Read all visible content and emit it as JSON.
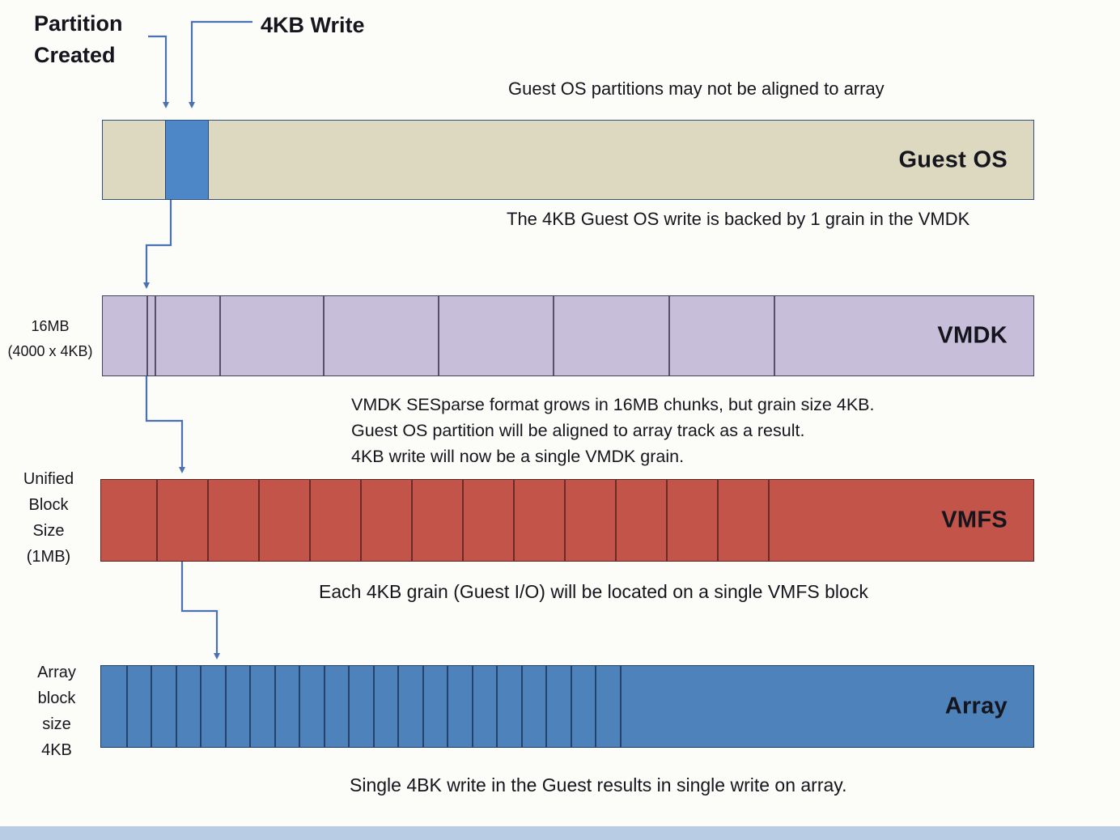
{
  "colors": {
    "background": "#fcfcf9",
    "text": "#15151d",
    "arrow": "#4a72b2",
    "bottom_strip": "#b8cce4"
  },
  "annotations": {
    "partition_created": {
      "line1": "Partition",
      "line2": "Created"
    },
    "write_label": "4KB Write"
  },
  "captions": {
    "guest_alignment": "Guest OS partitions may not be aligned to array",
    "grain_backed": "The 4KB Guest OS write is backed by 1 grain in the VMDK",
    "vmdk_grow_1": "VMDK SESparse format grows in 16MB chunks, but grain size 4KB.",
    "vmdk_grow_2": "Guest OS partition will be aligned to array track as a result.",
    "vmdk_grow_3": "4KB write will now be a single VMDK grain.",
    "vmfs_block": "Each 4KB grain (Guest I/O) will be located on a single VMFS block",
    "array_write": "Single 4BK write in the Guest results in single write on array."
  },
  "side_labels": {
    "vmdk": [
      "16MB",
      "(4000 x 4KB)"
    ],
    "vmfs": [
      "Unified",
      "Block",
      "Size",
      "(1MB)"
    ],
    "array": [
      "Array",
      "block",
      "size",
      "4KB"
    ]
  },
  "bars": {
    "guest_os": {
      "label": "Guest OS",
      "fill": "#ddd8c0",
      "border": "#33507a",
      "divider_color": "#33507a",
      "dividers": [],
      "highlight": {
        "offset": 77,
        "width": 54,
        "fill": "#4d87c7"
      }
    },
    "vmdk": {
      "label": "VMDK",
      "fill": "#c7bfd9",
      "border": "#44415e",
      "divider_color": "#55516f",
      "dividers": [
        54,
        64,
        144,
        272,
        414,
        556,
        699,
        829
      ]
    },
    "vmfs": {
      "label": "VMFS",
      "fill": "#c2544a",
      "border": "#5e2220",
      "divider_color": "#6e2a26",
      "dividers": [
        68,
        131,
        194,
        257,
        320,
        383,
        446,
        509,
        572,
        635,
        698,
        761,
        824
      ]
    },
    "array": {
      "label": "Array",
      "fill": "#4d82bb",
      "border": "#1f3a5f",
      "divider_color": "#24436c",
      "dividers": [
        31,
        61,
        92,
        122,
        153,
        183,
        214,
        244,
        275,
        305,
        336,
        366,
        397,
        427,
        458,
        488,
        519,
        549,
        580,
        610,
        641
      ]
    }
  }
}
